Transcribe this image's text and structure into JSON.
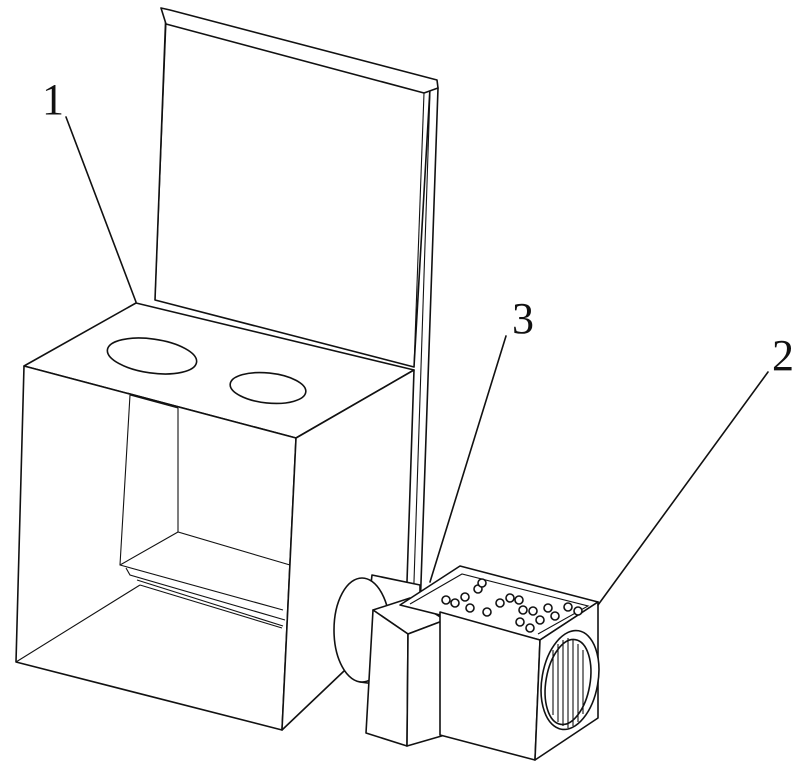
{
  "labels": [
    {
      "id": "1",
      "text": "1"
    },
    {
      "id": "2",
      "text": "2"
    },
    {
      "id": "3",
      "text": "3"
    }
  ]
}
